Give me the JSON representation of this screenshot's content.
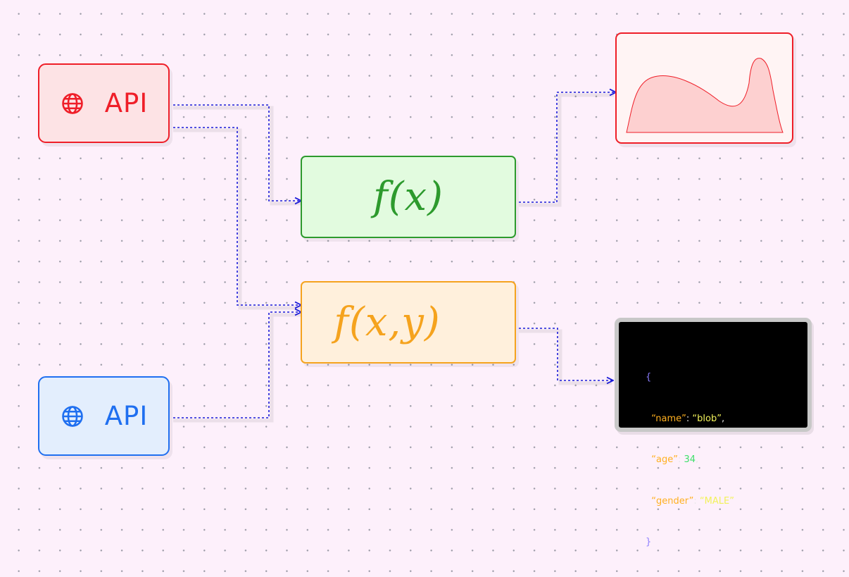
{
  "sources": {
    "red": {
      "label": "API",
      "icon": "globe-icon",
      "color": "#ef1e28"
    },
    "blue": {
      "label": "API",
      "icon": "globe-icon",
      "color": "#1f6ff0"
    }
  },
  "functions": {
    "fx": {
      "label": "f(x)",
      "color": "#2d9a2d"
    },
    "fxy": {
      "label": "f(x,y)",
      "color": "#f5a31e"
    }
  },
  "outputs": {
    "chart": {
      "type": "area-density",
      "color": "#ef1e28"
    },
    "json": {
      "open": "{",
      "close": "}",
      "fields": [
        {
          "key": "“name”",
          "value": "“blob”",
          "value_kind": "string",
          "trail": ","
        },
        {
          "key": "“age”",
          "value": "34",
          "value_kind": "number",
          "trail": ","
        },
        {
          "key": "“gender”",
          "value": "“MALE”",
          "value_kind": "string",
          "trail": ""
        }
      ]
    }
  },
  "connectors": {
    "color": "#1a1ad8",
    "style": "dotted"
  }
}
